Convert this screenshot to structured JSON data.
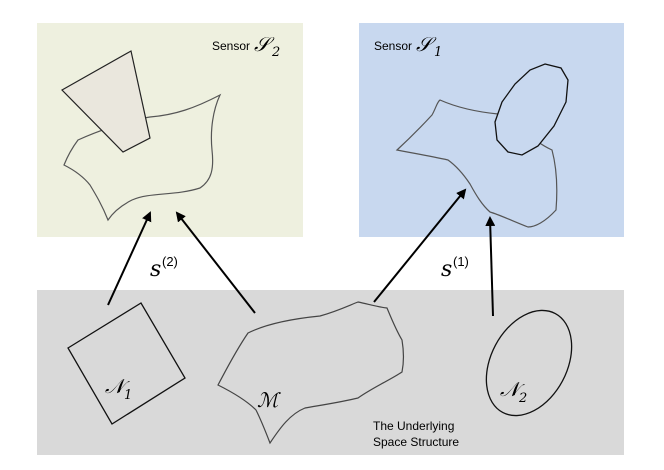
{
  "sensor2": {
    "word": "Sensor",
    "symbol": "𝒮",
    "sub": "2",
    "fill": "#eef0df"
  },
  "sensor1": {
    "word": "Sensor",
    "symbol": "𝒮",
    "sub": "1",
    "fill": "#c8d8ef"
  },
  "base": {
    "line1": "The Underlying",
    "line2": "Space Structure",
    "fill": "#d9d9d9"
  },
  "map2": {
    "symbol": "s",
    "sup": "(2)"
  },
  "map1": {
    "symbol": "s",
    "sup": "(1)"
  },
  "shapes": {
    "N1": {
      "symbol": "𝒩",
      "sub": "1"
    },
    "N2": {
      "symbol": "𝒩",
      "sub": "2"
    },
    "M": {
      "symbol": "ℳ"
    }
  }
}
